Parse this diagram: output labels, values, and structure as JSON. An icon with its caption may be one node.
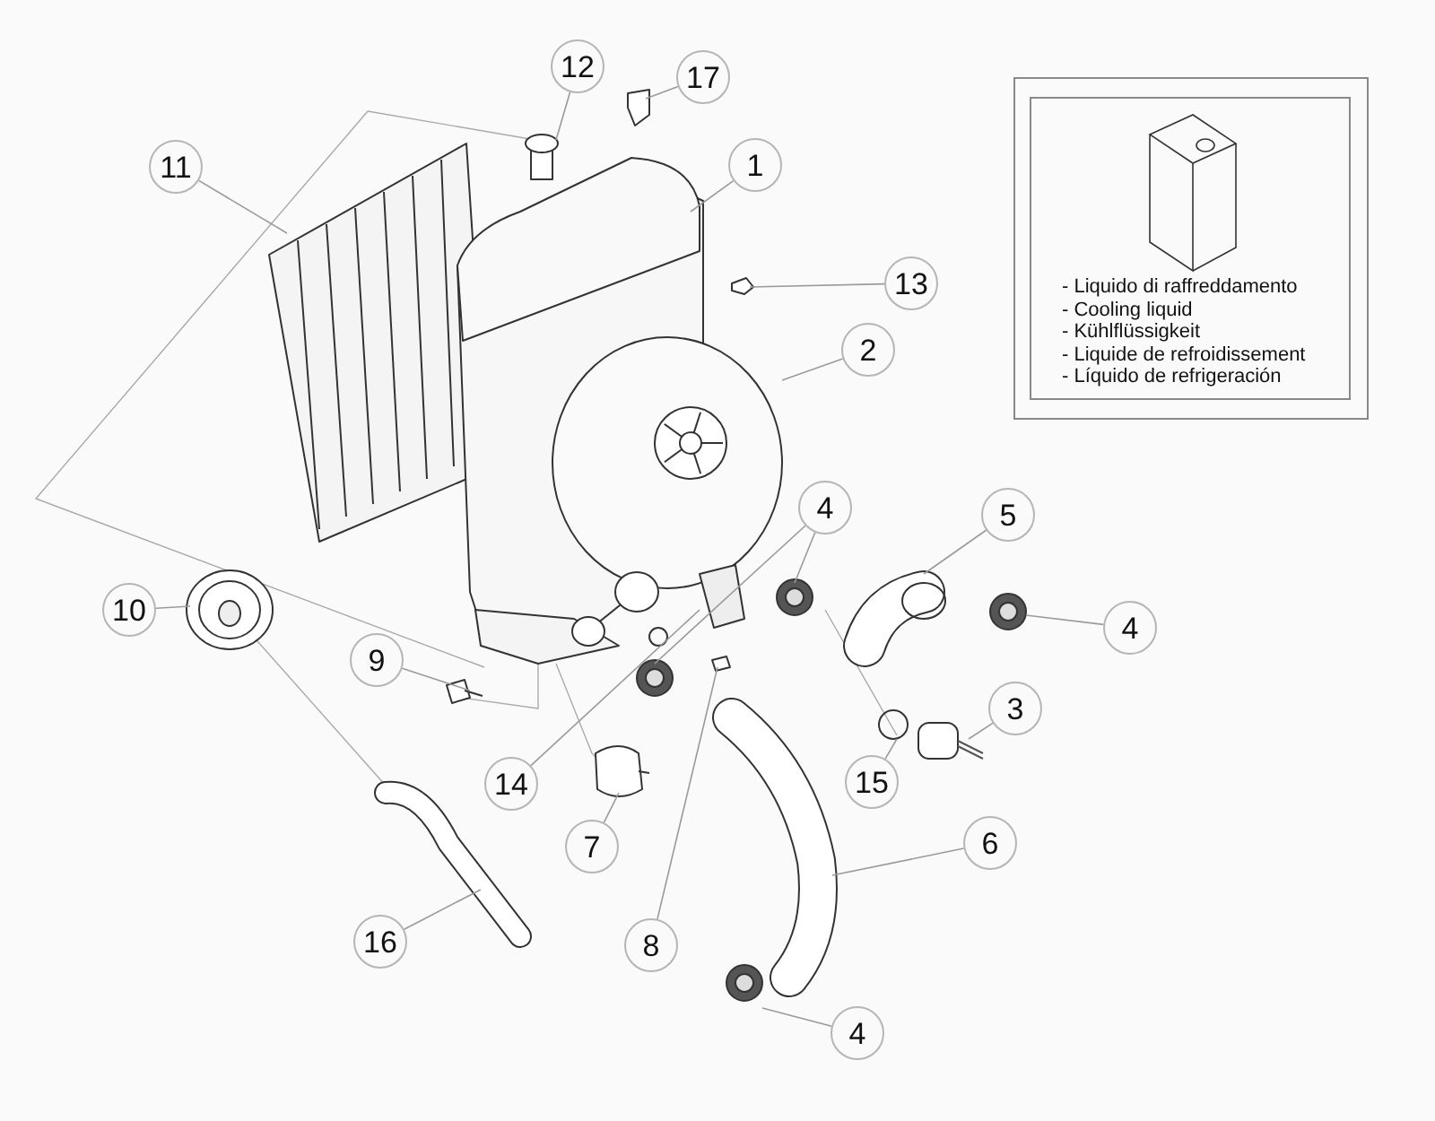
{
  "diagram": {
    "nodes": [
      {
        "text": [
          "1"
        ]
      },
      {
        "text": [
          "2"
        ]
      },
      {
        "text": [
          "3"
        ]
      },
      {
        "text": [
          "4"
        ]
      },
      {
        "text": [
          "4"
        ]
      },
      {
        "text": [
          "4"
        ]
      },
      {
        "text": [
          "5"
        ]
      },
      {
        "text": [
          "6"
        ]
      },
      {
        "text": [
          "7"
        ]
      },
      {
        "text": [
          "8"
        ]
      },
      {
        "text": [
          "9"
        ]
      },
      {
        "text": [
          "10"
        ]
      },
      {
        "text": [
          "11"
        ]
      },
      {
        "text": [
          "12"
        ]
      },
      {
        "text": [
          "13"
        ]
      },
      {
        "text": [
          "14"
        ]
      },
      {
        "text": [
          "15"
        ]
      },
      {
        "text": [
          "16"
        ]
      },
      {
        "text": [
          "17"
        ]
      },
      {
        "text": [
          "- Liquido di raffreddamento",
          "- Cooling liquid",
          "- Kühlflüssigkeit",
          "- Liquide de refroidissement",
          "- Líquido de refrigeración"
        ]
      }
    ],
    "edges": [
      {
        "from": 0,
        "to": null,
        "arrow": "none"
      },
      {
        "from": 1,
        "to": null,
        "arrow": "none"
      },
      {
        "from": 2,
        "to": null,
        "arrow": "none"
      },
      {
        "from": 3,
        "to": null,
        "arrow": "none"
      },
      {
        "from": 3,
        "to": null,
        "arrow": "none"
      },
      {
        "from": 4,
        "to": null,
        "arrow": "none"
      },
      {
        "from": 5,
        "to": null,
        "arrow": "none"
      },
      {
        "from": 6,
        "to": null,
        "arrow": "none"
      },
      {
        "from": 7,
        "to": null,
        "arrow": "none"
      },
      {
        "from": 8,
        "to": null,
        "arrow": "none"
      },
      {
        "from": 9,
        "to": null,
        "arrow": "none"
      },
      {
        "from": 10,
        "to": null,
        "arrow": "none"
      },
      {
        "from": 11,
        "to": null,
        "arrow": "none"
      },
      {
        "from": 12,
        "to": null,
        "arrow": "none"
      },
      {
        "from": 13,
        "to": null,
        "arrow": "none"
      },
      {
        "from": 14,
        "to": null,
        "arrow": "none"
      },
      {
        "from": 15,
        "to": null,
        "arrow": "none"
      },
      {
        "from": 16,
        "to": null,
        "arrow": "none"
      },
      {
        "from": 17,
        "to": null,
        "arrow": "none"
      },
      {
        "from": 18,
        "to": null,
        "arrow": "none"
      }
    ]
  }
}
